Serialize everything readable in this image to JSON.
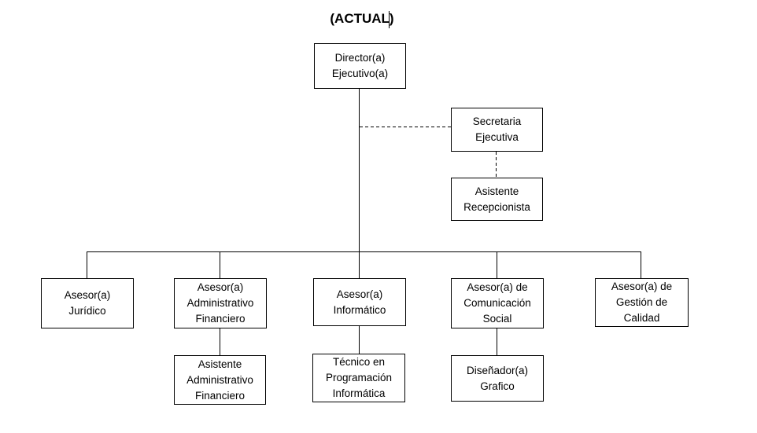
{
  "title": "(ACTUAL)",
  "nodes": {
    "director": "Director(a)\nEjecutivo(a)",
    "secretaria": "Secretaria\nEjecutiva",
    "asistente_recepcionista": "Asistente\nRecepcionista",
    "asesor_juridico": "Asesor(a)\nJurídico",
    "asesor_administrativo": "Asesor(a)\nAdministrativo\nFinanciero",
    "asesor_informatico": "Asesor(a)\nInformático",
    "asesor_comunicacion": "Asesor(a) de\nComunicación\nSocial",
    "asesor_calidad": "Asesor(a) de\nGestión de\nCalidad",
    "asistente_administrativo": "Asistente\nAdministrativo\nFinanciero",
    "tecnico_programacion": "Técnico en\nProgramación\nInformática",
    "disenador": "Diseñador(a)\nGrafico"
  }
}
